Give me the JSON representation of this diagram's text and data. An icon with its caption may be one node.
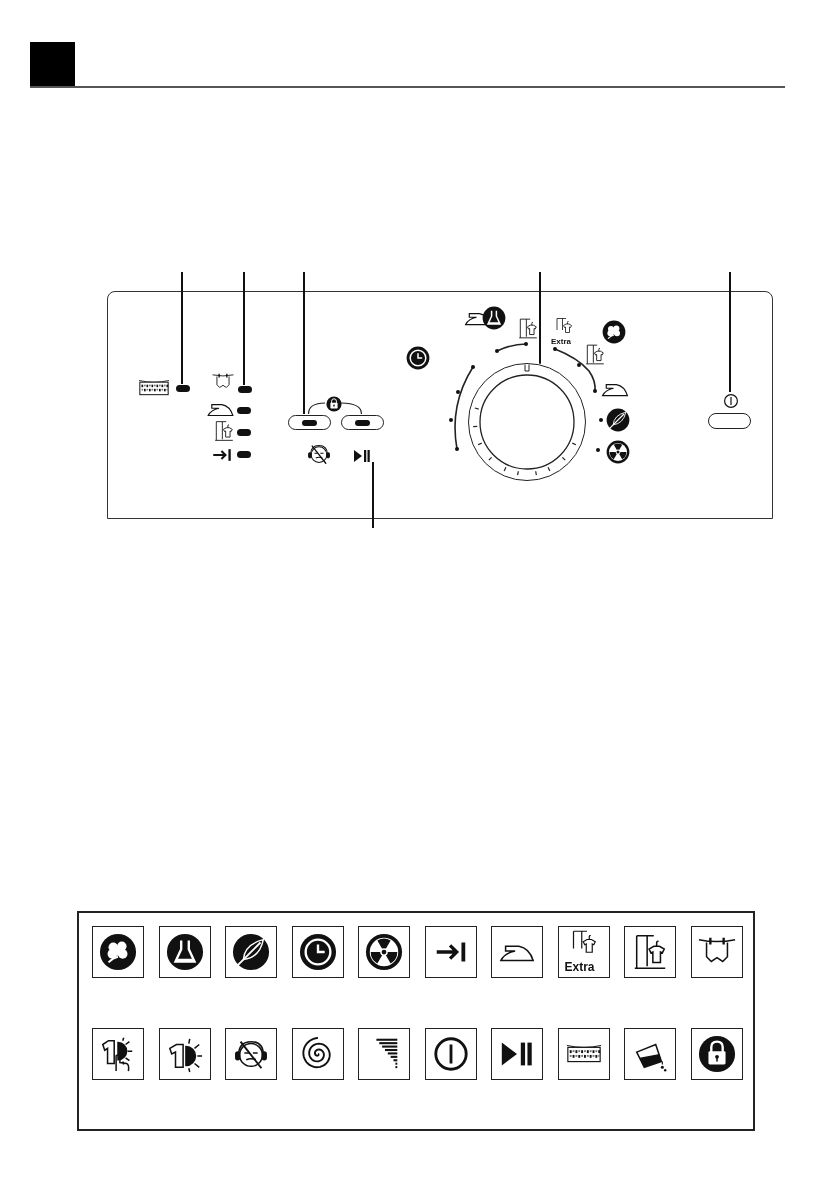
{
  "diagram": {
    "nodes": [
      {
        "text": [],
        "shape": "box"
      },
      {
        "text": [],
        "shape": "bar",
        "in": 0
      },
      {
        "text": [],
        "shape": "bar",
        "in": 0
      },
      {
        "text": [],
        "shape": "box",
        "in": 0
      },
      {
        "text": [],
        "shape": "box",
        "in": 0
      },
      {
        "text": [],
        "shape": "circle",
        "in": 0
      },
      {
        "text": [],
        "shape": "box",
        "in": 0
      },
      {
        "text": [],
        "shape": "circle",
        "in": 0
      }
    ],
    "edges": [
      {
        "from": null,
        "to": 1,
        "arrow": "none"
      },
      {
        "from": null,
        "to": 2,
        "arrow": "none"
      },
      {
        "from": null,
        "to": 3,
        "arrow": "none"
      },
      {
        "from": null,
        "to": 5,
        "arrow": "none"
      },
      {
        "from": null,
        "to": 6,
        "arrow": "none"
      },
      {
        "from": null,
        "to": 4,
        "arrow": "none"
      },
      {
        "from": 7,
        "to": 3,
        "arrow": "none"
      },
      {
        "from": 7,
        "to": 4,
        "arrow": "none"
      }
    ],
    "labels": [
      "Extra",
      "Extra"
    ]
  }
}
